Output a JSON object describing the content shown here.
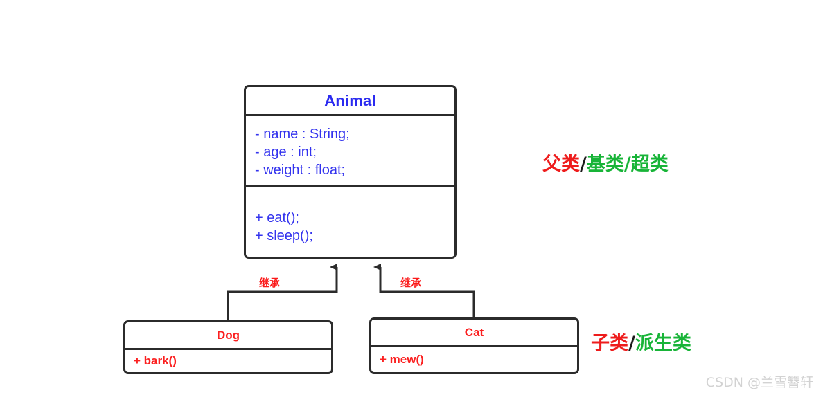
{
  "diagram": {
    "type": "uml-class-diagram",
    "background_color": "#ffffff",
    "classes": [
      {
        "id": "animal",
        "name": "Animal",
        "name_color": "#2b2bf0",
        "attributes": [
          "- name : String;",
          "- age : int;",
          "- weight : float;"
        ],
        "methods": [
          "+ eat();",
          "+ sleep();"
        ],
        "member_color": "#3333ee"
      },
      {
        "id": "dog",
        "name": "Dog",
        "name_color": "#fb2020",
        "attributes": [],
        "methods": [
          "+ bark()"
        ],
        "member_color": "#fb2020"
      },
      {
        "id": "cat",
        "name": "Cat",
        "name_color": "#fb2020",
        "attributes": [],
        "methods": [
          "+ mew()"
        ],
        "member_color": "#fb2020"
      }
    ],
    "relationships": [
      {
        "id": "dog-extends-animal",
        "from": "dog",
        "to": "animal",
        "kind": "inheritance",
        "label": "继承",
        "label_color": "#fb1a1a"
      },
      {
        "id": "cat-extends-animal",
        "from": "cat",
        "to": "animal",
        "kind": "inheritance",
        "label": "继承",
        "label_color": "#fb1a1a"
      }
    ],
    "annotations": [
      {
        "id": "parent-class-annotation",
        "target": "animal",
        "parts": [
          {
            "text": "父类",
            "color": "#ee1c1c"
          },
          {
            "text": "/",
            "color": "#1a1a1a"
          },
          {
            "text": "基类",
            "color": "#18b438"
          },
          {
            "text": "/",
            "color": "#18b438"
          },
          {
            "text": "超类",
            "color": "#18b438"
          }
        ],
        "full_text": "父类/基类/超类"
      },
      {
        "id": "child-class-annotation",
        "target": "dog-and-cat",
        "parts": [
          {
            "text": "子类",
            "color": "#ee1c1c"
          },
          {
            "text": "/",
            "color": "#1a1a1a"
          },
          {
            "text": "派生类",
            "color": "#18b438"
          }
        ],
        "full_text": "子类/派生类"
      }
    ]
  },
  "watermark": {
    "text": "CSDN @兰雪簪轩",
    "color": "#d2d2d2"
  }
}
